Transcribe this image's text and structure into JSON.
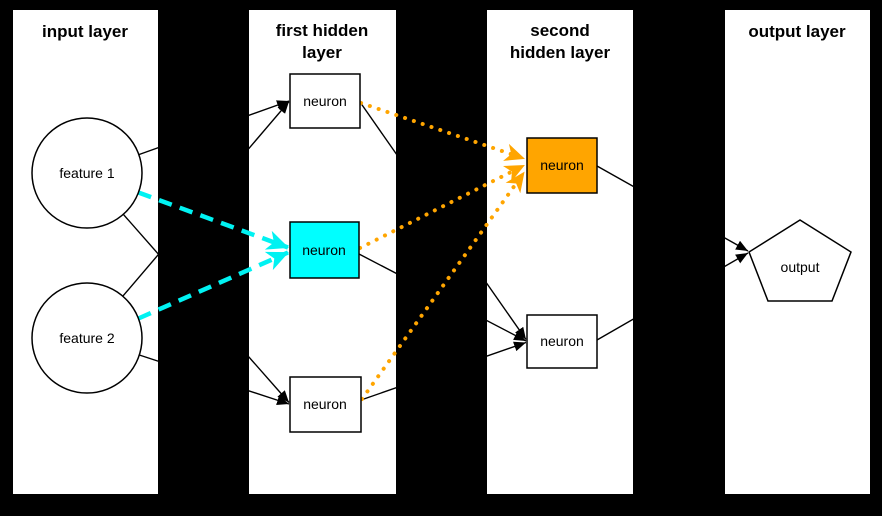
{
  "colors": {
    "background": "#000000",
    "panel": "#ffffff",
    "line": "#000000",
    "cyan": "#00f2f2",
    "cyan_fill": "#00ffff",
    "orange": "#ffa500"
  },
  "layers": [
    {
      "title_lines": [
        "input layer"
      ]
    },
    {
      "title_lines": [
        "first hidden",
        "layer"
      ]
    },
    {
      "title_lines": [
        "second",
        "hidden layer"
      ]
    },
    {
      "title_lines": [
        "output layer"
      ]
    }
  ],
  "nodes": {
    "feature1": "feature 1",
    "feature2": "feature 2",
    "h1_top": "neuron",
    "h1_mid": "neuron",
    "h1_bot": "neuron",
    "h2_top": "neuron",
    "h2_bot": "neuron",
    "output": "output"
  },
  "connections": [
    {
      "from": "feature 1",
      "to": "hidden1 top neuron",
      "style": "solid",
      "color": "black"
    },
    {
      "from": "feature 1",
      "to": "hidden1 middle neuron",
      "style": "dashed",
      "color": "cyan"
    },
    {
      "from": "feature 1",
      "to": "hidden1 bottom neuron",
      "style": "solid",
      "color": "black"
    },
    {
      "from": "feature 2",
      "to": "hidden1 top neuron",
      "style": "solid",
      "color": "black"
    },
    {
      "from": "feature 2",
      "to": "hidden1 middle neuron",
      "style": "dashed",
      "color": "cyan"
    },
    {
      "from": "feature 2",
      "to": "hidden1 bottom neuron",
      "style": "solid",
      "color": "black"
    },
    {
      "from": "hidden1 top neuron",
      "to": "hidden2 top neuron",
      "style": "dotted",
      "color": "orange"
    },
    {
      "from": "hidden1 top neuron",
      "to": "hidden2 bottom neuron",
      "style": "solid",
      "color": "black"
    },
    {
      "from": "hidden1 middle neuron",
      "to": "hidden2 top neuron",
      "style": "dotted",
      "color": "orange"
    },
    {
      "from": "hidden1 middle neuron",
      "to": "hidden2 bottom neuron",
      "style": "solid",
      "color": "black"
    },
    {
      "from": "hidden1 bottom neuron",
      "to": "hidden2 top neuron",
      "style": "dotted",
      "color": "orange"
    },
    {
      "from": "hidden1 bottom neuron",
      "to": "hidden2 bottom neuron",
      "style": "solid",
      "color": "black"
    },
    {
      "from": "hidden2 top neuron",
      "to": "output",
      "style": "solid",
      "color": "black"
    },
    {
      "from": "hidden2 bottom neuron",
      "to": "output",
      "style": "solid",
      "color": "black"
    }
  ]
}
